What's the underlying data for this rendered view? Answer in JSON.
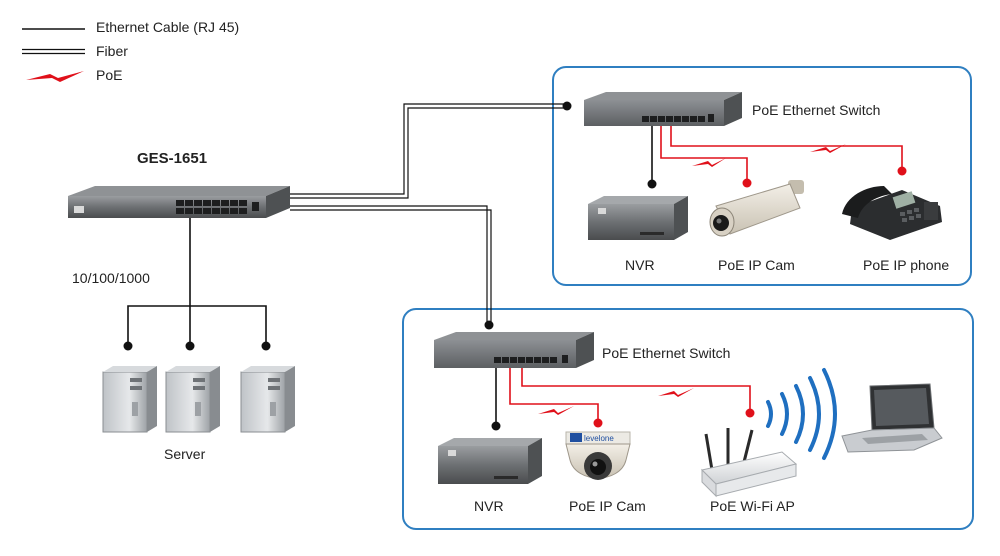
{
  "legend": {
    "ethernet": "Ethernet Cable (RJ 45)",
    "fiber": "Fiber",
    "poe": "PoE"
  },
  "core_switch": {
    "name": "GES-1651"
  },
  "speed_label": "10/100/1000",
  "servers": {
    "label": "Server"
  },
  "group_top": {
    "switch_label": "PoE Ethernet Switch",
    "nvr_label": "NVR",
    "cam_label": "PoE IP Cam",
    "phone_label": "PoE IP phone"
  },
  "group_bottom": {
    "switch_label": "PoE Ethernet Switch",
    "nvr_label": "NVR",
    "cam_label": "PoE IP Cam",
    "ap_label": "PoE Wi-Fi AP",
    "cam_brand": "levelone"
  },
  "colors": {
    "ethernet": "#111111",
    "poe": "#e0101a",
    "box_border": "#2f7fc1",
    "wifi_waves": "#1f6fc0"
  },
  "icons": [
    "switch-icon",
    "nvr-icon",
    "ip-cam-icon",
    "ip-phone-icon",
    "wifi-ap-icon",
    "laptop-icon",
    "server-icon",
    "wifi-waves-icon"
  ]
}
